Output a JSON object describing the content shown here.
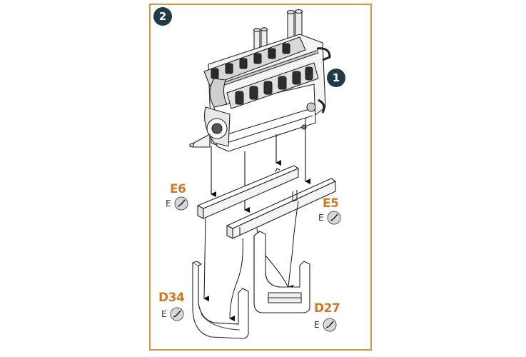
{
  "steps": {
    "main": "2",
    "reference": "1"
  },
  "parts": [
    {
      "id": "E6",
      "paint": "E"
    },
    {
      "id": "E5",
      "paint": "E"
    },
    {
      "id": "D34",
      "paint": "E"
    },
    {
      "id": "D27",
      "paint": "E"
    }
  ],
  "icons": {
    "paint": "paintbrush-icon",
    "arrow": "assembly-arrow"
  },
  "colors": {
    "frame": "#e0913a",
    "label": "#d07a23",
    "badge": "#1f3b45"
  }
}
